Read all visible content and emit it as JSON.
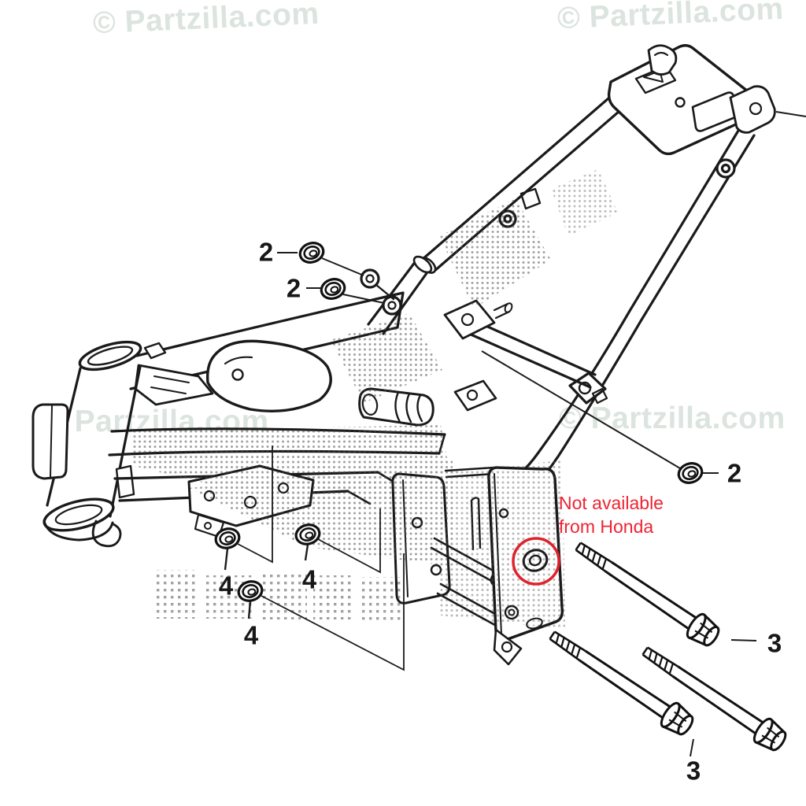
{
  "diagram": {
    "kind": "motorcycle-frame-parts-diagram",
    "style": "black line art with halftone shading"
  },
  "watermark": {
    "text": "© Partzilla.com",
    "color": "#dce4df",
    "positions": [
      "top-left",
      "top-right",
      "middle-left",
      "middle-right"
    ]
  },
  "note": {
    "lines": [
      "Not available",
      "from Honda"
    ],
    "color": "#ee2433"
  },
  "highlight": {
    "shape": "circle",
    "color": "#e0222c"
  },
  "colors": {
    "ink": "#1a1a1a",
    "note_red": "#ee2433",
    "circle_red": "#e0222c",
    "watermark": "#dce4df"
  },
  "callouts": [
    {
      "label": "2"
    },
    {
      "label": "2"
    },
    {
      "label": "2"
    },
    {
      "label": "3"
    },
    {
      "label": "3"
    },
    {
      "label": "4"
    },
    {
      "label": "4"
    },
    {
      "label": "4"
    }
  ]
}
